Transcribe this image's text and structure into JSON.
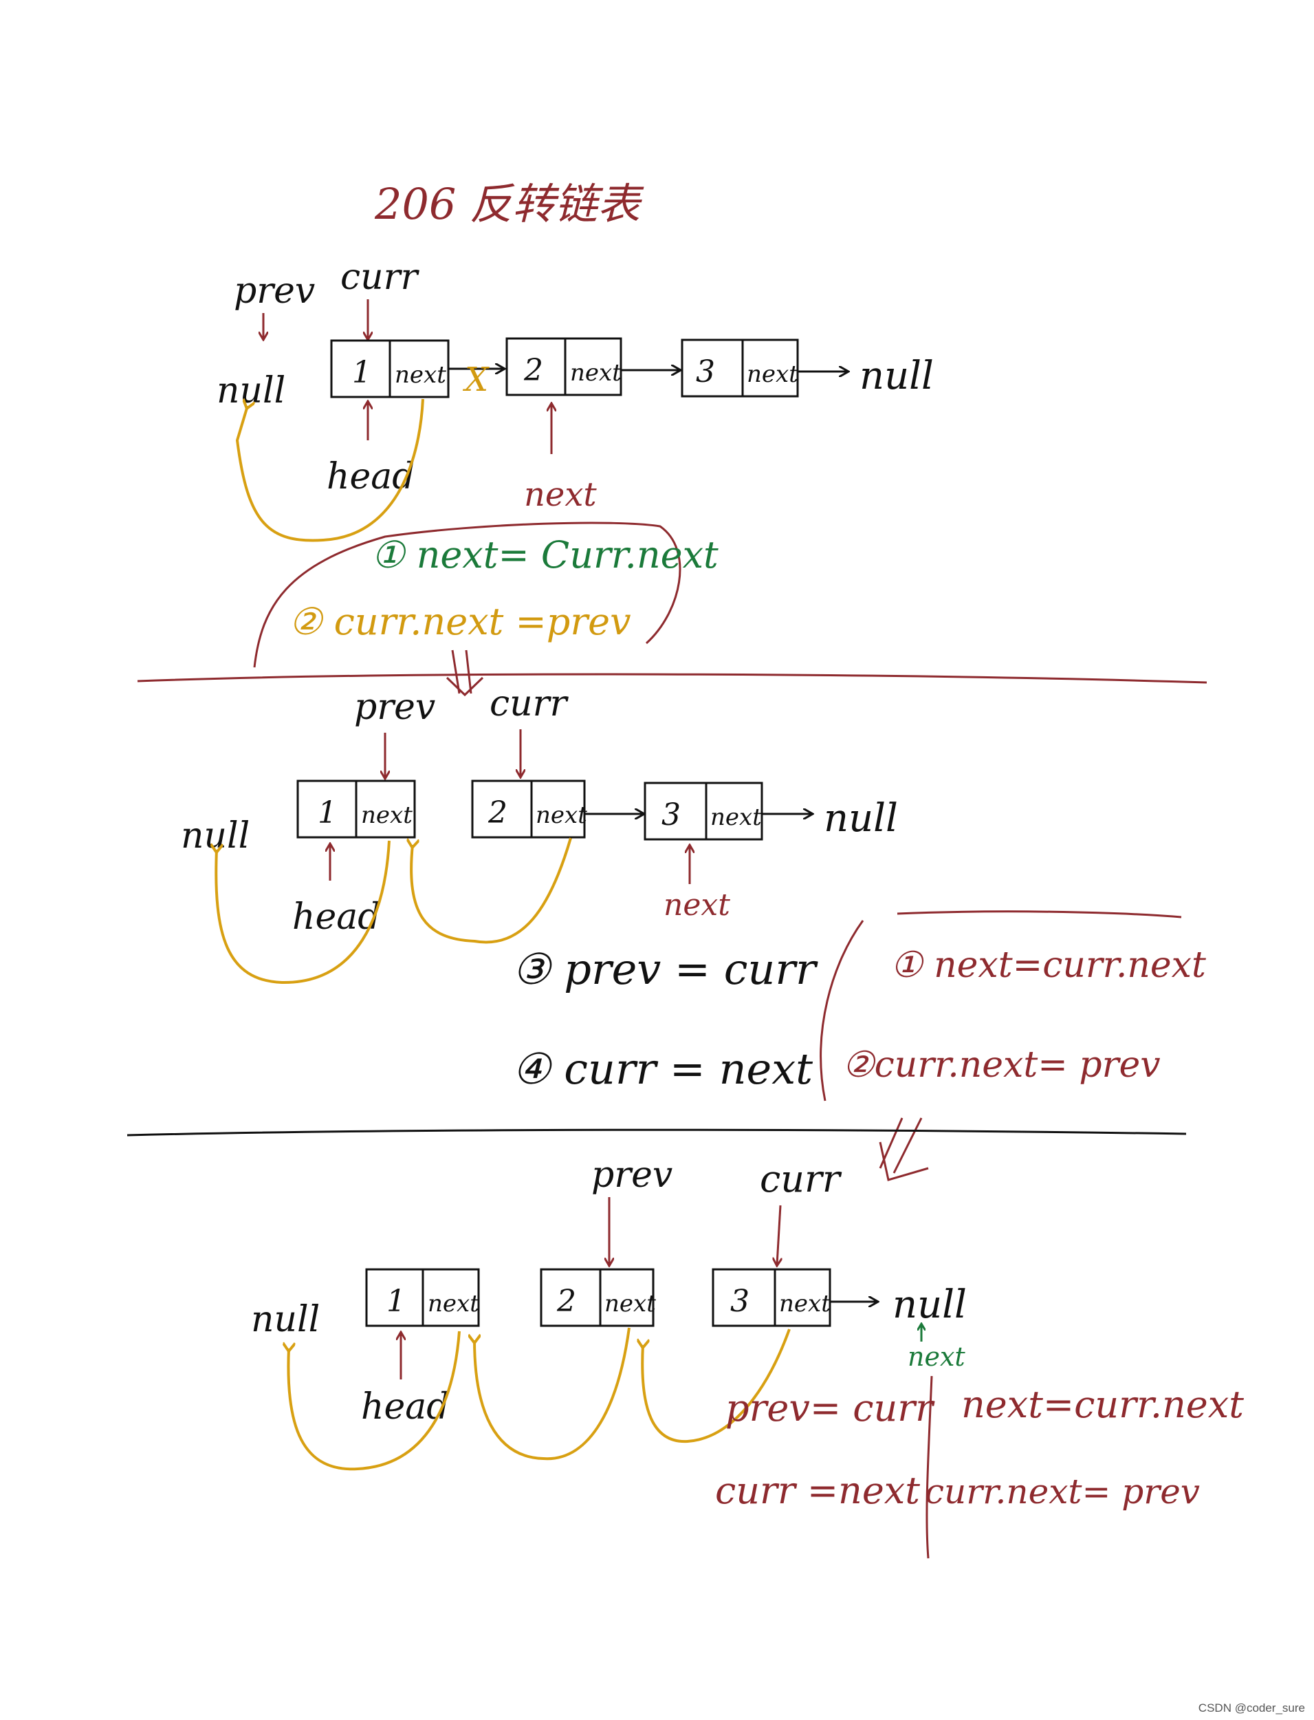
{
  "title": "206 反转链表",
  "watermark": "CSDN @coder_sure",
  "labels": {
    "prev": "prev",
    "curr": "curr",
    "head": "head",
    "next": "next",
    "null": "null",
    "node_next": "next",
    "node1": "1",
    "node2": "2",
    "node3": "3",
    "cross": "X"
  },
  "steps_top": {
    "s1": "① next= Curr.next",
    "s2": "② curr.next =prev"
  },
  "steps_mid": {
    "s3": "③ prev = curr",
    "s4": "④ curr = next",
    "r1": "① next=curr.next",
    "r2": "②curr.next= prev"
  },
  "steps_bot": {
    "a1": "prev= curr",
    "a2": "curr =next",
    "b1": "next=curr.next",
    "b2": "curr.next= prev"
  },
  "colors": {
    "ink": "#111111",
    "red": "#8e2a2e",
    "green": "#1b7a3a",
    "gold": "#d8a012"
  }
}
